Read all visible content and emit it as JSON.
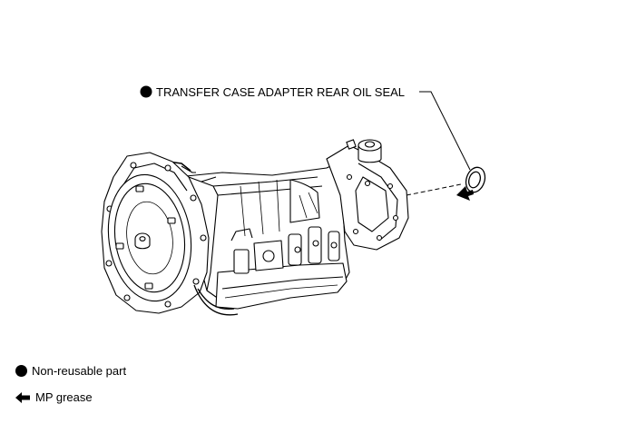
{
  "callout": {
    "marker_icon": "filled-circle-icon",
    "label": "TRANSFER CASE ADAPTER REAR OIL SEAL"
  },
  "legend": {
    "items": [
      {
        "icon": "filled-circle-icon",
        "label": "Non-reusable part"
      },
      {
        "icon": "arrow-left-icon",
        "label": "MP grease"
      }
    ]
  },
  "colors": {
    "ink": "#000000",
    "background": "#ffffff"
  }
}
